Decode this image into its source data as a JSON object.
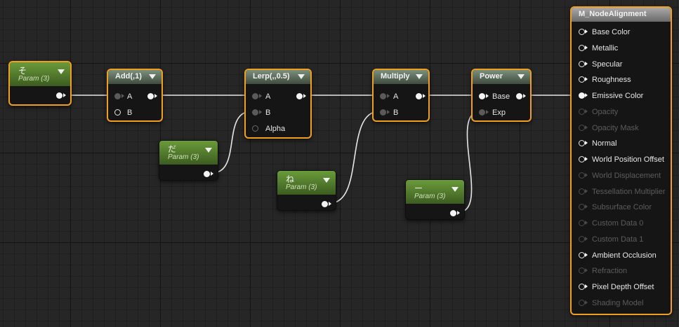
{
  "graph": {
    "nodes": {
      "param_so": {
        "title": "そ",
        "subtitle": "Param (3)"
      },
      "param_da": {
        "title": "だ",
        "subtitle": "Param (3)"
      },
      "param_ne": {
        "title": "ね",
        "subtitle": "Param (3)"
      },
      "param_dash": {
        "title": "ー",
        "subtitle": "Param (3)"
      },
      "add": {
        "title": "Add(,1)",
        "inputs": [
          "A",
          "B"
        ]
      },
      "lerp": {
        "title": "Lerp(,,0.5)",
        "inputs": [
          "A",
          "B",
          "Alpha"
        ]
      },
      "multiply": {
        "title": "Multiply",
        "inputs": [
          "A",
          "B"
        ]
      },
      "power": {
        "title": "Power",
        "inputs": [
          "Base",
          "Exp"
        ]
      }
    },
    "material": {
      "title": "M_NodeAlignment",
      "pins": [
        {
          "label": "Base Color",
          "enabled": true
        },
        {
          "label": "Metallic",
          "enabled": true
        },
        {
          "label": "Specular",
          "enabled": true
        },
        {
          "label": "Roughness",
          "enabled": true
        },
        {
          "label": "Emissive Color",
          "enabled": true
        },
        {
          "label": "Opacity",
          "enabled": false
        },
        {
          "label": "Opacity Mask",
          "enabled": false
        },
        {
          "label": "Normal",
          "enabled": true
        },
        {
          "label": "World Position Offset",
          "enabled": true
        },
        {
          "label": "World Displacement",
          "enabled": false
        },
        {
          "label": "Tessellation Multiplier",
          "enabled": false
        },
        {
          "label": "Subsurface Color",
          "enabled": false
        },
        {
          "label": "Custom Data 0",
          "enabled": false
        },
        {
          "label": "Custom Data 1",
          "enabled": false
        },
        {
          "label": "Ambient Occlusion",
          "enabled": true
        },
        {
          "label": "Refraction",
          "enabled": false
        },
        {
          "label": "Pixel Depth Offset",
          "enabled": true
        },
        {
          "label": "Shading Model",
          "enabled": false
        }
      ]
    }
  },
  "colors": {
    "selection_outline": "#f0a01e",
    "param_header": "#5a8a2e",
    "math_header": "#6b7d6b",
    "material_header": "#9a9a9a",
    "wire": "#e8e8e8",
    "canvas": "#262626"
  }
}
